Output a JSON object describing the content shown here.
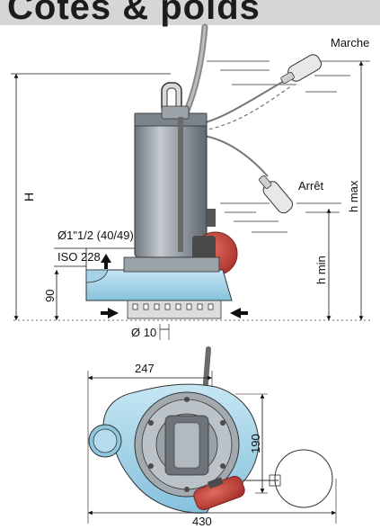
{
  "banner": {
    "text": "Cotes & poids"
  },
  "side_view": {
    "labels": {
      "marche": "Marche",
      "arret": "Arrêt",
      "h_max": "h max",
      "h_min": "h min",
      "H": "H",
      "outlet": "Ø1\"1/2 (40/49)",
      "iso": "ISO 228",
      "base_height": "90",
      "inlet": "Ø 10"
    }
  },
  "top_view": {
    "labels": {
      "width_top": "247",
      "depth": "190",
      "width_bottom": "430"
    }
  },
  "colors": {
    "banner": "#d6d6d6",
    "pump_body": "#9aa3aa",
    "pump_base": "#a8d6ea",
    "float": "#c9443a",
    "cable": "#7d7d7d"
  }
}
